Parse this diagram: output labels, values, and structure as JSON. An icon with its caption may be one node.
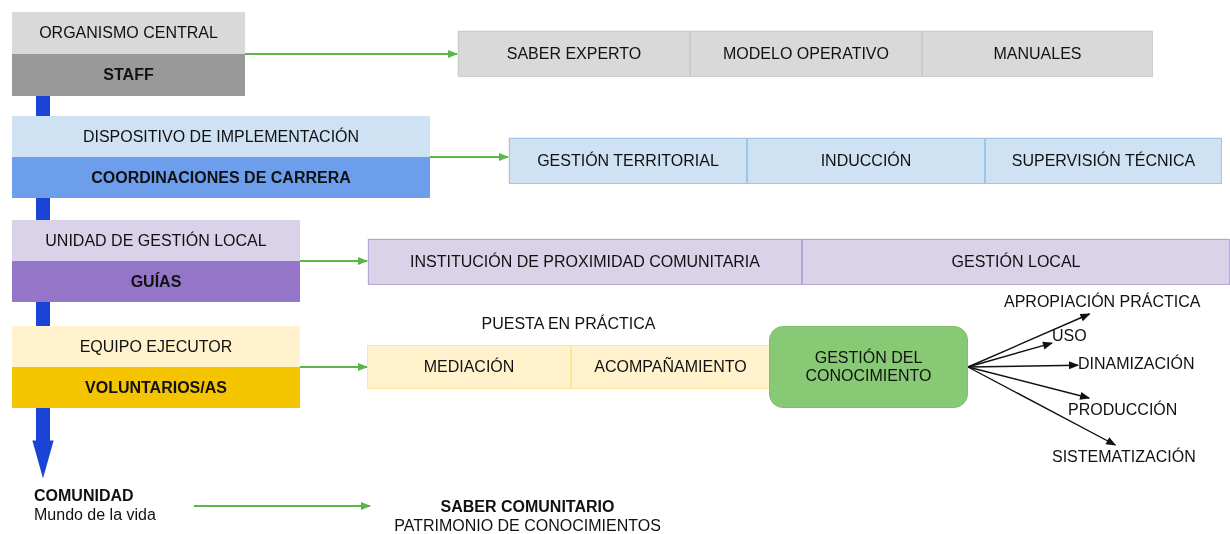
{
  "diagram": {
    "nodes": [
      {
        "text": [
          "ORGANISMO CENTRAL",
          "STAFF"
        ]
      },
      {
        "text": [],
        "shape": "box"
      },
      {
        "text": [
          "SABER EXPERTO"
        ],
        "in": 1
      },
      {
        "text": [
          "MODELO OPERATIVO"
        ],
        "in": 1
      },
      {
        "text": [
          "MANUALES"
        ],
        "in": 1
      },
      {
        "text": [
          "DISPOSITIVO DE IMPLEMENTACIÓN",
          "COORDINACIONES DE CARRERA"
        ]
      },
      {
        "text": [],
        "shape": "box"
      },
      {
        "text": [
          "GESTIÓN TERRITORIAL"
        ],
        "in": 6
      },
      {
        "text": [
          "INDUCCIÓN"
        ],
        "in": 6
      },
      {
        "text": [
          "SUPERVISIÓN TÉCNICA"
        ],
        "in": 6
      },
      {
        "text": [
          "UNIDAD DE GESTIÓN LOCAL",
          "GUÍAS"
        ]
      },
      {
        "text": [],
        "shape": "box"
      },
      {
        "text": [
          "INSTITUCIÓN DE PROXIMIDAD COMUNITARIA"
        ],
        "in": 11
      },
      {
        "text": [
          "GESTIÓN LOCAL"
        ],
        "in": 11
      },
      {
        "text": [
          "EQUIPO EJECUTOR",
          "VOLUNTARIOS/AS"
        ]
      },
      {
        "text": [
          "PUESTA EN PRÁCTICA"
        ]
      },
      {
        "text": [
          "MEDIACIÓN"
        ],
        "in": 15
      },
      {
        "text": [
          "ACOMPAÑAMIENTO"
        ],
        "in": 15
      },
      {
        "text": [
          "GESTIÓN DEL CONOCIMIENTO"
        ]
      },
      {
        "text": [
          "APROPIACIÓN PRÁCTICA"
        ]
      },
      {
        "text": [
          "USO"
        ]
      },
      {
        "text": [
          "DINAMIZACIÓN"
        ]
      },
      {
        "text": [
          "PRODUCCIÓN"
        ]
      },
      {
        "text": [
          "SISTEMATIZACIÓN"
        ]
      },
      {
        "text": [
          "COMUNIDAD",
          "Mundo de la vida"
        ]
      },
      {
        "text": [
          "SABER COMUNITARIO",
          "PATRIMONIO DE CONOCIMIENTOS"
        ]
      }
    ],
    "edges": [
      {
        "from": 0,
        "to": 1,
        "arrow": "to"
      },
      {
        "from": 5,
        "to": 6,
        "arrow": "to"
      },
      {
        "from": 10,
        "to": 11,
        "arrow": "to"
      },
      {
        "from": 14,
        "to": 15,
        "arrow": "to"
      },
      {
        "from": 24,
        "to": 25,
        "arrow": "to"
      },
      {
        "from": 0,
        "to": 5,
        "arrow": "none",
        "style": "thick",
        "color": "#1a44d6"
      },
      {
        "from": 5,
        "to": 10,
        "arrow": "none",
        "style": "thick",
        "color": "#1a44d6"
      },
      {
        "from": 10,
        "to": 14,
        "arrow": "none",
        "style": "thick",
        "color": "#1a44d6"
      },
      {
        "from": 14,
        "to": 24,
        "arrow": "to",
        "style": "thick",
        "color": "#1a44d6"
      },
      {
        "from": 18,
        "to": 19,
        "arrow": "to",
        "color": "#111111"
      },
      {
        "from": 18,
        "to": 20,
        "arrow": "to",
        "color": "#111111"
      },
      {
        "from": 18,
        "to": 21,
        "arrow": "to",
        "color": "#111111"
      },
      {
        "from": 18,
        "to": 22,
        "arrow": "to",
        "color": "#111111"
      },
      {
        "from": 18,
        "to": 23,
        "arrow": "to",
        "color": "#111111"
      }
    ]
  }
}
